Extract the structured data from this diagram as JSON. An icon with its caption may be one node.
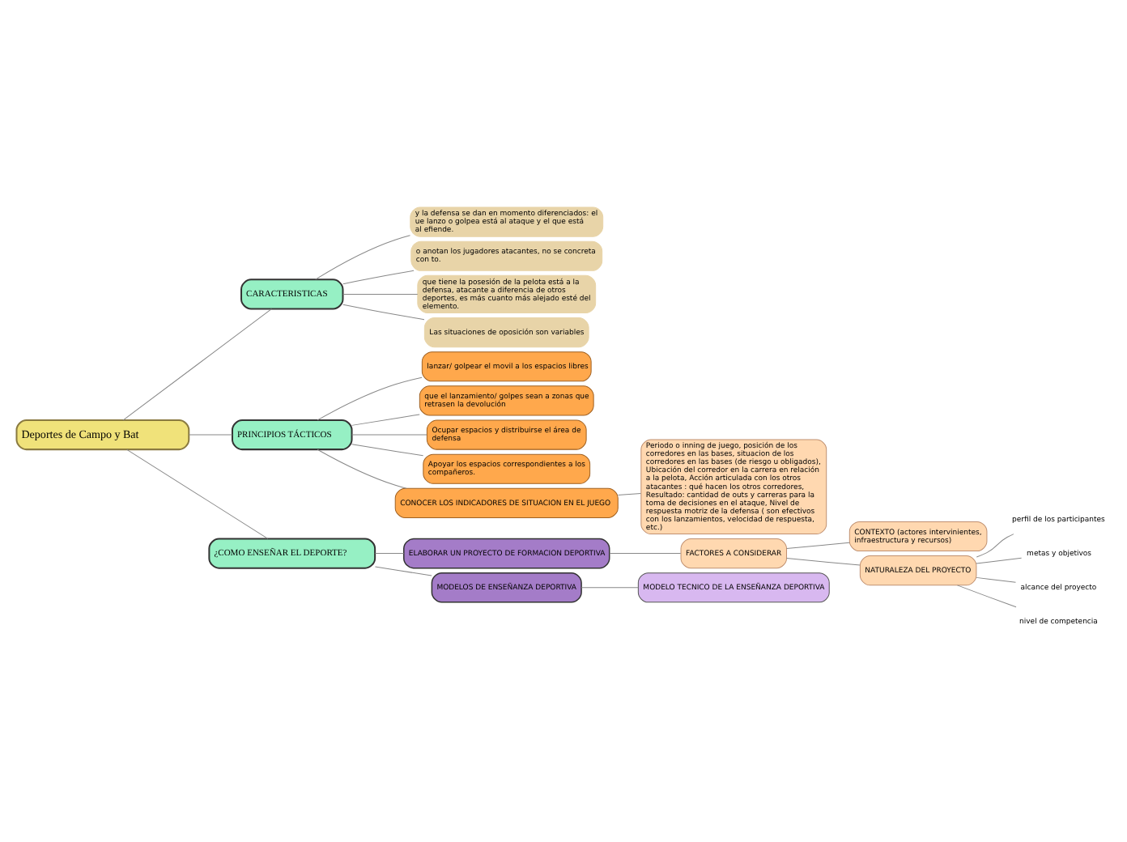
{
  "diagram": {
    "nodes": [
      {
        "text": [
          "Deportes de Campo y Bat"
        ]
      },
      {
        "text": [
          "CARACTERISTICAS"
        ]
      },
      {
        "text": [
          "y la defensa se dan en momento diferenciados: el ue lanzo o golpea está al ataque y el que está al efiende."
        ]
      },
      {
        "text": [
          "o anotan los jugadores atacantes, no se concreta con to."
        ]
      },
      {
        "text": [
          "que tiene la posesión de la pelota está a la defensa, atacante a diferencia de otros deportes, es más cuanto más alejado esté del elemento."
        ]
      },
      {
        "text": [
          "Las situaciones de oposición son variables"
        ]
      },
      {
        "text": [
          "PRINCIPIOS TÁCTICOS"
        ]
      },
      {
        "text": [
          "lanzar/ golpear el movil a los espacios libres"
        ]
      },
      {
        "text": [
          "que el lanzamiento/ golpes sean a zonas que retrasen la devolución"
        ]
      },
      {
        "text": [
          "Ocupar espacios y distribuirse el área de defensa"
        ]
      },
      {
        "text": [
          "Apoyar los espacios correspondientes a los compañeros."
        ]
      },
      {
        "text": [
          "CONOCER LOS INDICADORES DE SITUACION EN EL JUEGO"
        ]
      },
      {
        "text": [
          "Periodo o inning de juego, posición de los corredores en las bases, situacion de los corredores en las bases (de riesgo u obligados), Ubicación del corredor en la carrera en relación a la pelota, Acción articulada con los otros atacantes : qué hacen los otros corredores, Resultado: cantidad de outs y carreras para la toma de decisiones en el ataque, Nivel de respuesta motriz de la defensa ( son efectivos con los lanzamientos, velocidad de respuesta, etc.)"
        ]
      },
      {
        "text": [
          "¿COMO ENSEÑAR EL DEPORTE?"
        ]
      },
      {
        "text": [
          "ELABORAR UN PROYECTO DE FORMACION DEPORTIVA"
        ]
      },
      {
        "text": [
          "FACTORES A CONSIDERAR"
        ]
      },
      {
        "text": [
          "CONTEXTO (actores intervinientes, infraestructura y recursos)"
        ]
      },
      {
        "text": [
          "NATURALEZA DEL PROYECTO"
        ]
      },
      {
        "text": [
          "perfil de los participantes"
        ]
      },
      {
        "text": [
          "metas y objetivos"
        ]
      },
      {
        "text": [
          "alcance del proyecto"
        ]
      },
      {
        "text": [
          "nivel de competencia"
        ]
      },
      {
        "text": [
          "MODELOS DE ENSEÑANZA DEPORTIVA"
        ]
      },
      {
        "text": [
          "MODELO TECNICO DE LA ENSEÑANZA DEPORTIVA"
        ]
      }
    ],
    "edges": [
      {
        "from": 0,
        "to": 1,
        "arrow": "none"
      },
      {
        "from": 1,
        "to": 2,
        "arrow": "none"
      },
      {
        "from": 1,
        "to": 3,
        "arrow": "none"
      },
      {
        "from": 1,
        "to": 4,
        "arrow": "none"
      },
      {
        "from": 1,
        "to": 5,
        "arrow": "none"
      },
      {
        "from": 0,
        "to": 6,
        "arrow": "none"
      },
      {
        "from": 6,
        "to": 7,
        "arrow": "none"
      },
      {
        "from": 6,
        "to": 8,
        "arrow": "none"
      },
      {
        "from": 6,
        "to": 9,
        "arrow": "none"
      },
      {
        "from": 6,
        "to": 10,
        "arrow": "none"
      },
      {
        "from": 6,
        "to": 11,
        "arrow": "none"
      },
      {
        "from": 11,
        "to": 12,
        "arrow": "none"
      },
      {
        "from": 0,
        "to": 13,
        "arrow": "none"
      },
      {
        "from": 13,
        "to": 14,
        "arrow": "none"
      },
      {
        "from": 14,
        "to": 15,
        "arrow": "none"
      },
      {
        "from": 15,
        "to": 16,
        "arrow": "none"
      },
      {
        "from": 15,
        "to": 17,
        "arrow": "none"
      },
      {
        "from": 17,
        "to": 18,
        "arrow": "none"
      },
      {
        "from": 17,
        "to": 19,
        "arrow": "none"
      },
      {
        "from": 17,
        "to": 20,
        "arrow": "none"
      },
      {
        "from": 17,
        "to": 21,
        "arrow": "none"
      },
      {
        "from": 13,
        "to": 22,
        "arrow": "none"
      },
      {
        "from": 22,
        "to": 23,
        "arrow": "none"
      }
    ]
  }
}
